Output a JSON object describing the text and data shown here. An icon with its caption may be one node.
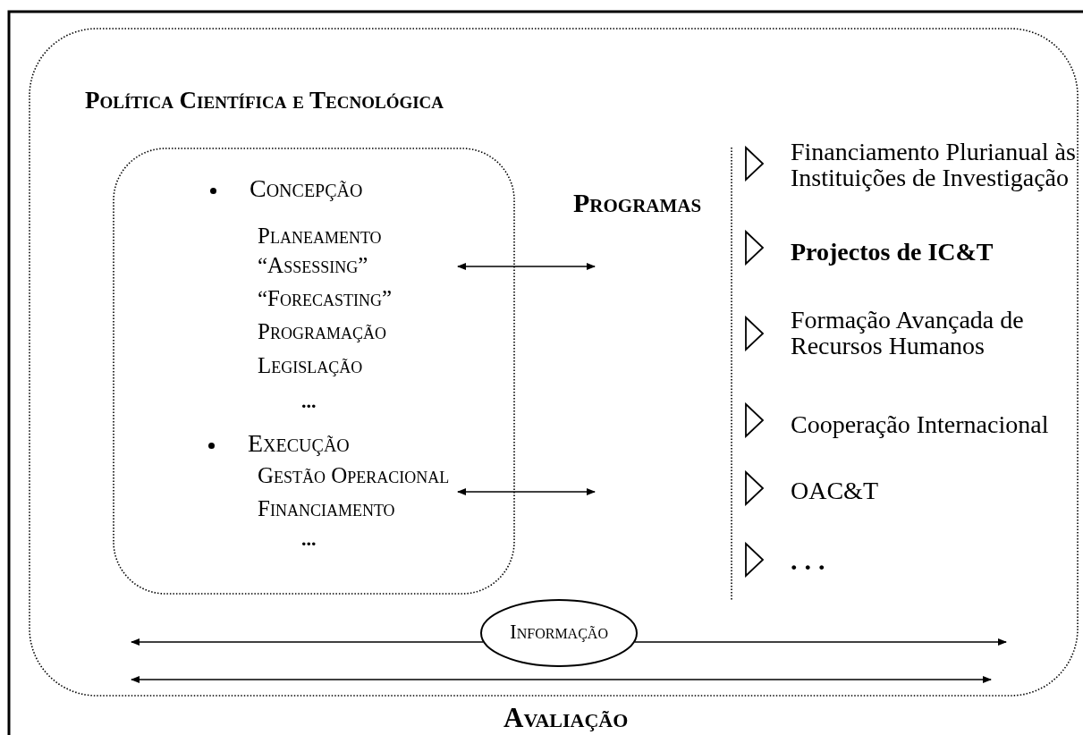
{
  "diagram": {
    "nodes": [
      {
        "text": [
          "Política Científica e Tecnológica"
        ]
      },
      {
        "text": [
          "Concepção",
          "Planeamento",
          "“Assessing”",
          "“Forecasting”",
          "Programação",
          "Legislação",
          "...",
          "Execução",
          "Gestão Operacional",
          "Financiamento",
          "..."
        ],
        "in": 0
      },
      {
        "text": [
          "Informação"
        ],
        "in": 0
      }
    ],
    "edges": [
      {
        "from": 1,
        "to": null,
        "arrow": "both"
      },
      {
        "from": 1,
        "to": null,
        "arrow": "both"
      },
      {
        "from": 2,
        "to": null,
        "arrow": "to"
      },
      {
        "from": 2,
        "to": null,
        "arrow": "to"
      }
    ],
    "labels": [
      "Programas",
      "Financiamento Plurianual às Instituições de Investigação",
      "Projectos de IC&T",
      "Formação Avançada de Recursos Humanos",
      "Cooperação Internacional",
      "OAC&T",
      "...",
      "Avaliação"
    ]
  }
}
